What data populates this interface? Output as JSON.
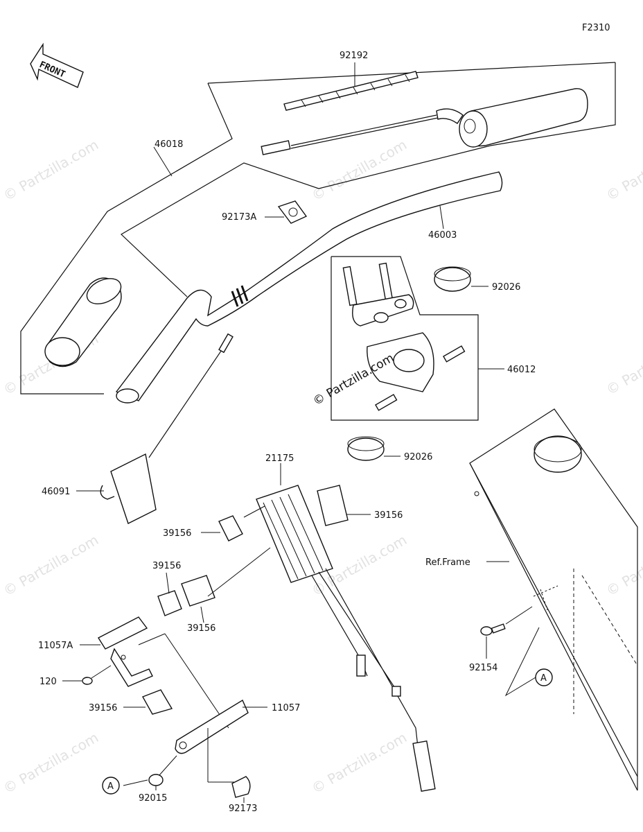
{
  "figure_code": "F2310",
  "front_label": "FRONT",
  "watermark": "© Partzilla.com",
  "center_watermark": "© Partzilla.com",
  "frame_label": "Ref.Frame",
  "callout_letter": "A",
  "labels": {
    "p92192": "92192",
    "p46018": "46018",
    "p92173A": "92173A",
    "p46003": "46003",
    "p92026a": "92026",
    "p46012": "46012",
    "p92026b": "92026",
    "p46091": "46091",
    "p21175": "21175",
    "p39156a": "39156",
    "p39156b": "39156",
    "p39156c": "39156",
    "p39156d": "39156",
    "p11057A": "11057A",
    "p120": "120",
    "p39156e": "39156",
    "p11057": "11057",
    "p92015": "92015",
    "p92173": "92173",
    "p92154": "92154"
  }
}
